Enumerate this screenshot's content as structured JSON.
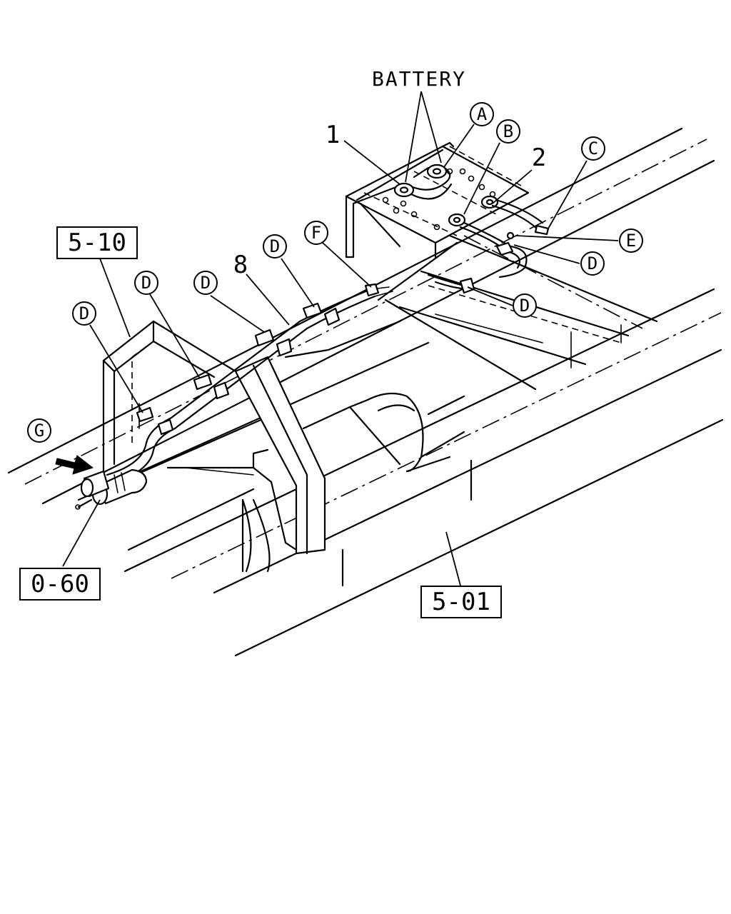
{
  "labels": {
    "battery": "BATTERY",
    "part_1": "1",
    "part_2": "2",
    "part_8": "8"
  },
  "callouts": {
    "a": "A",
    "b": "B",
    "c": "C",
    "d": "D",
    "e": "E",
    "f": "F",
    "g": "G"
  },
  "references": {
    "ref_5_10": "5-10",
    "ref_0_60": "0-60",
    "ref_5_01": "5-01"
  }
}
